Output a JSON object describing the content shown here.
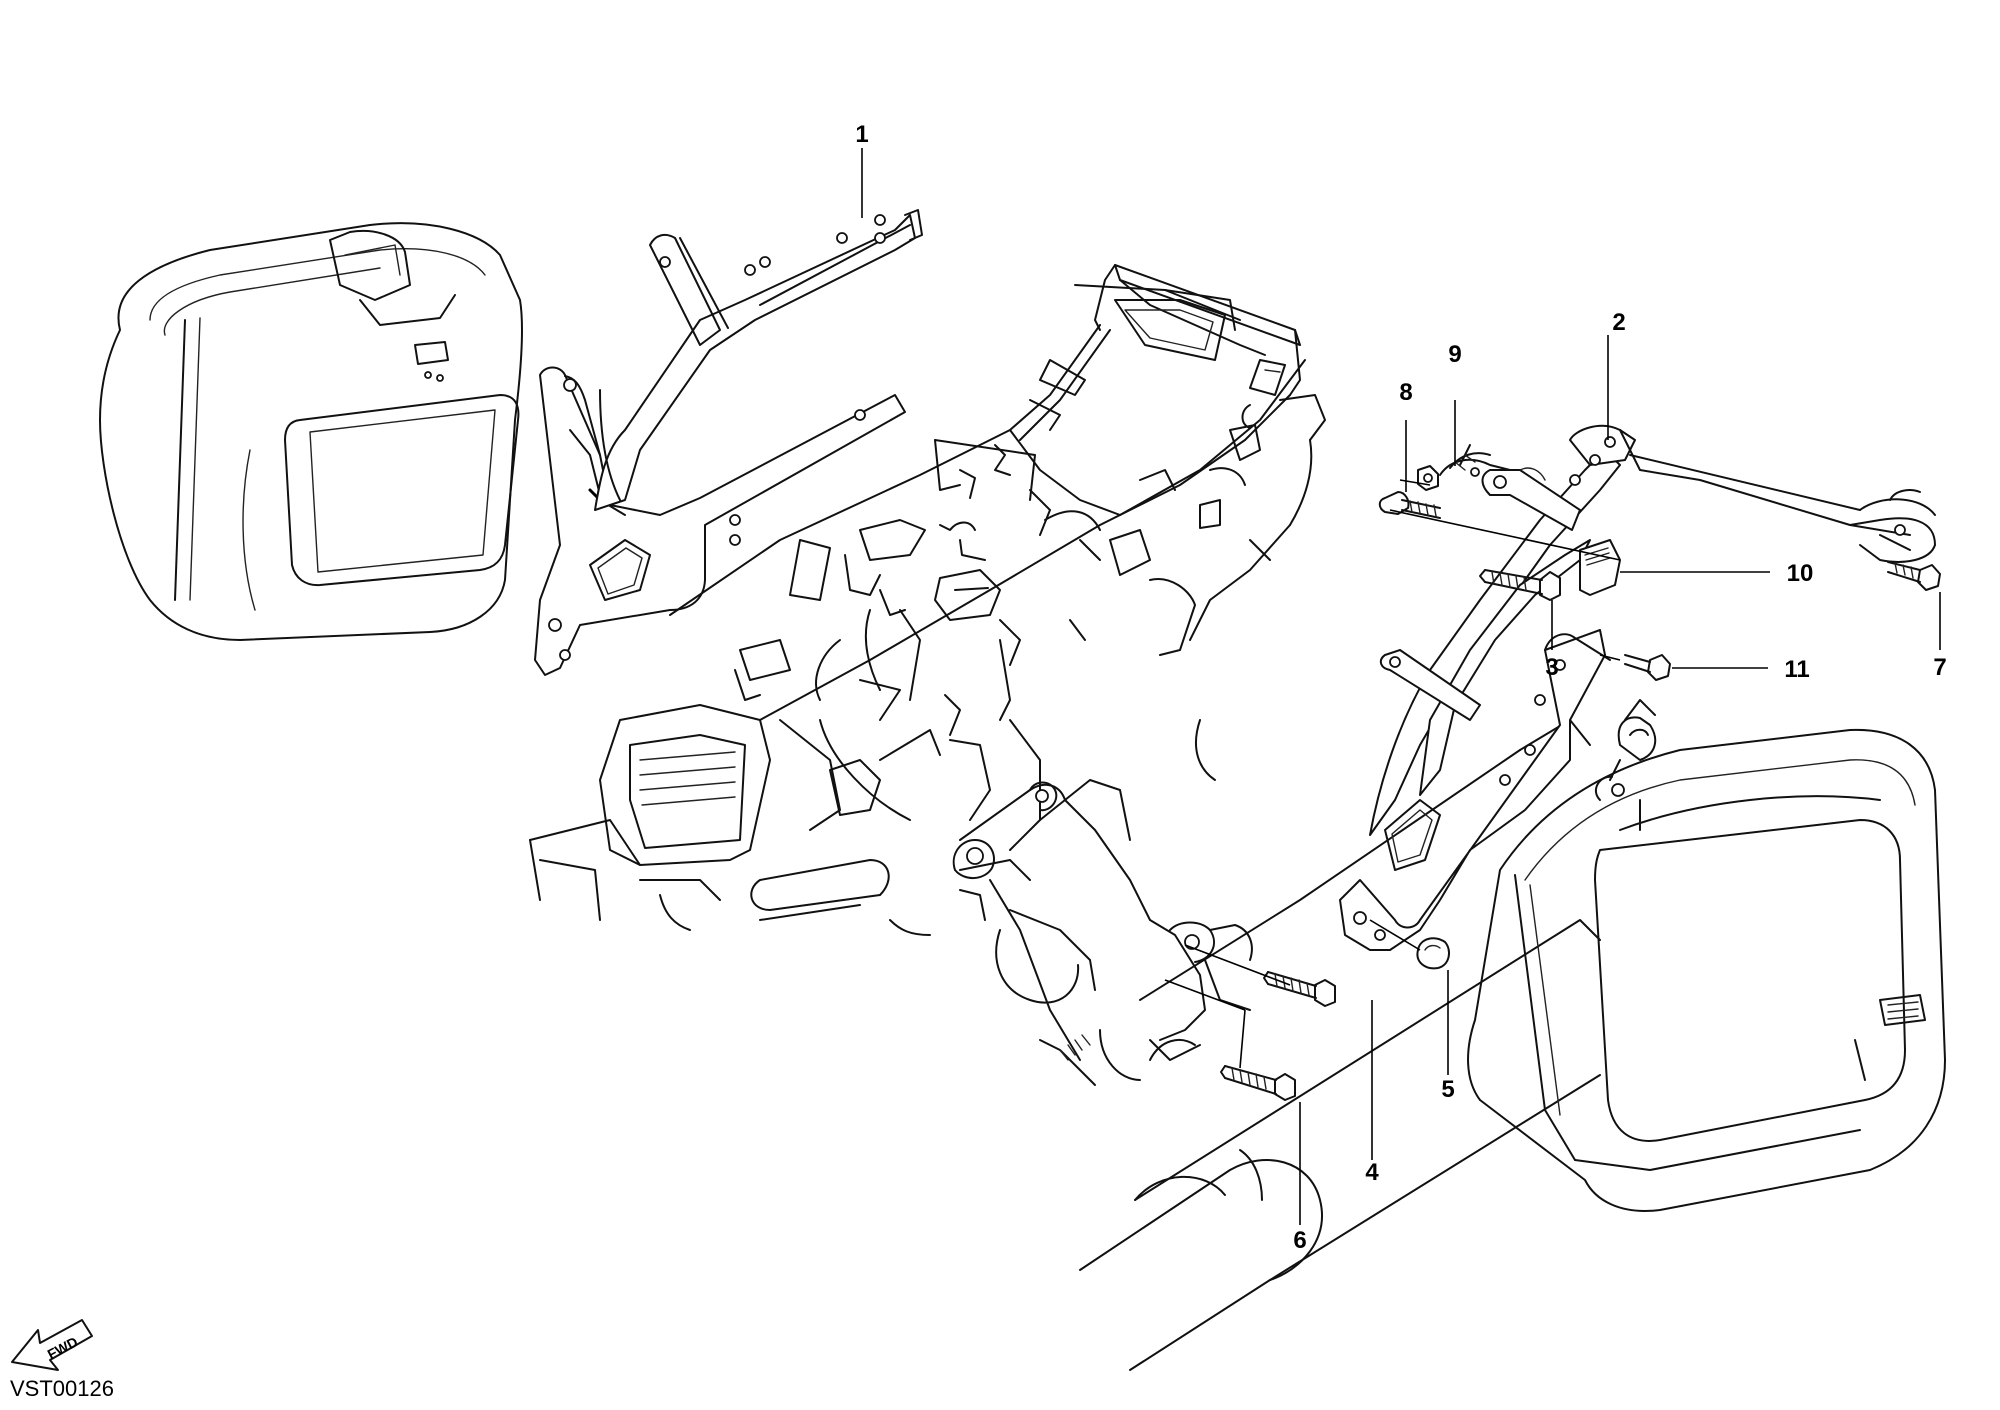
{
  "drawing_code": "VST00126",
  "fwd_label": "FWD",
  "callouts": {
    "c1": "1",
    "c2": "2",
    "c3": "3",
    "c4": "4",
    "c5": "5",
    "c6": "6",
    "c7": "7",
    "c8": "8",
    "c9": "9",
    "c10": "10",
    "c11": "11"
  }
}
